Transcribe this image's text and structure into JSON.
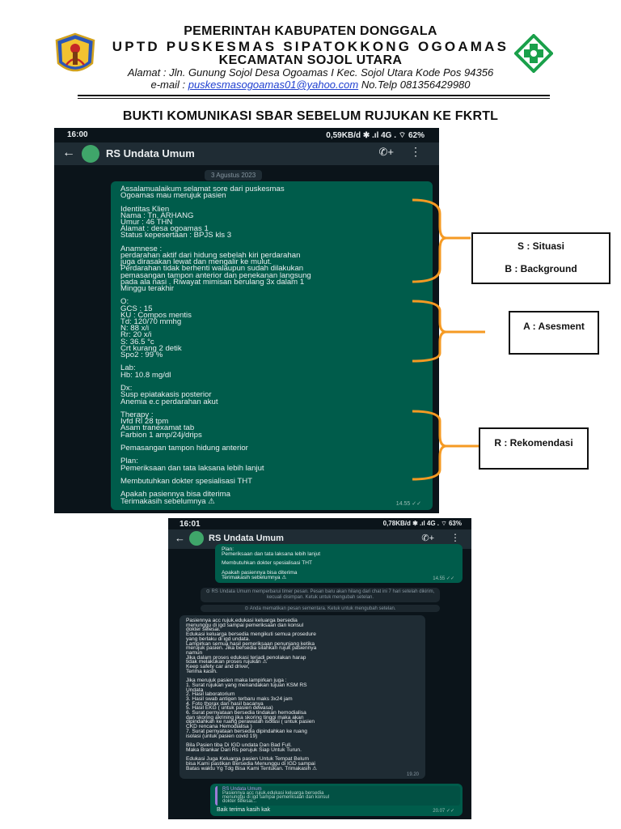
{
  "letterhead": {
    "line1": "PEMERINTAH KABUPATEN DONGGALA",
    "line2": "UPTD PUSKESMAS SIPATOKKONG OGOAMAS",
    "line3": "KECAMATAN SOJOL UTARA",
    "address": "Alamat : Jln. Gunung Sojol Desa Ogoamas I Kec. Sojol Utara Kode Pos 94356",
    "email_prefix": "e-mail : ",
    "email": "puskesmasogoamas01@yahoo.com",
    "phone": " No.Telp 081356429980"
  },
  "document_title": "BUKTI KOMUNIKASI SBAR SEBELUM RUJUKAN KE FKRTL",
  "colors": {
    "whatsapp_out": "#005c4b",
    "whatsapp_bg": "#0b141a",
    "bracket": "#f59a23",
    "logo_green": "#1aa04a"
  },
  "screenshot1": {
    "status_time": "16:00",
    "status_right": "0,59KB/d ✱ .ıl 4G . ⌔ 62%",
    "contact": "RS Undata Umum",
    "date_chip": "3 Agustus 2023",
    "message_lines": [
      "Assalamualaikum selamat sore dari puskesmas",
      "Ogoamas mau merujuk pasien",
      "",
      "Identitas Klien",
      "Nama : Tn. ARHANG",
      "Umur : 46 THN",
      "Alamat : desa ogoamas 1",
      "Status kepesertaan : BPJS kls 3",
      "",
      "Anamnese :",
      "perdarahan aktif dari hidung sebelah kiri perdarahan",
      "juga dirasakan lewat dan mengalir ke mulut.",
      "Perdarahan tidak berhenti walaupun sudah dilakukan",
      "pemasangan tampon anterior dan penekanan langsung",
      "pada ala nasi . Riwayat mimisan berulang 3x dalam 1",
      "Minggu terakhir",
      "",
      "O:",
      "GCS : 15",
      "KU : Compos mentis",
      "Td: 120/70 mmhg",
      "N: 88 x/i",
      "Rr: 20 x/i",
      "S: 36.5 °c",
      "Crt kurang 2 detik",
      "Spo2 : 99 %",
      "",
      "Lab:",
      "Hb: 10.8 mg/dl",
      "",
      "Dx:",
      "Susp epiatakasis posterior",
      "Anemia e.c perdarahan akut",
      "",
      "Therapy :",
      "Ivfd Rl 28 tpm",
      "Asam tranexamat tab",
      "Farbion 1 amp/24j/drips",
      "",
      "Pemasangan tampon hidung anterior",
      "",
      "Plan:",
      "Pemeriksaan dan tata laksana lebih lanjut",
      "",
      "Membutuhkan dokter spesialisasi THT",
      "",
      "Apakah pasiennya bisa diterima",
      "Terimakasih sebelumnya ⚠"
    ],
    "msg_time": "14.55 ✓✓"
  },
  "annotations": {
    "sb_line1": "S : Situasi",
    "sb_line2": "B : Background",
    "a": "A : Asesment",
    "r": "R : Rekomendasi"
  },
  "screenshot2": {
    "status_time": "16:01",
    "status_right": "0,78KB/d ✱ .ıl 4G . ⌔ 63%",
    "contact": "RS Undata Umum",
    "top_lines": [
      "Plan:",
      "Pemeriksaan dan tata laksana lebih lanjut",
      "",
      "Membutuhkan dokter spesialisasi THT",
      "",
      "Apakah pasiennya bisa diterima",
      "Terimakasih sebelumnya ⚠"
    ],
    "top_time": "14.55 ✓✓",
    "sys1": "⊙ RS Undata Umum memperbarui timer pesan. Pesan baru akan hilang dari chat ini 7 hari setelah dikirim, kecuali disimpan. Ketuk untuk mengubah setelan.",
    "sys2": "⊙ Anda mematikan pesan sementara. Ketuk untuk mengubah setelan.",
    "reply_lines": [
      "Pasiennya acc rujuk,edukasi keluarga bersedia",
      "menunggu di igd sampai pemeriksaan dan konsul",
      "dokter selesai.",
      "Edukasi keluarga bersedia mengikuti semua prosedure",
      "yang berlaku di igd undata.",
      "Lampirkan semua hasil pemeriksaan penunjang ketika",
      "merujuk pasien. Jika bersedia silahkan rujuk pasiennya",
      "namun",
      "Jika dalam proses edukasi terjadi penolakan harap",
      "tidak melakukan proses rujukan ⚠",
      "Keep safety car and driver,",
      "Terima kasih.",
      "",
      "Jika merujuk pasien maka lampirkan juga :",
      "1. Surat rujukan yang menandakan tujuan KSM RS",
      "Undata",
      "2. Hasil laboratorium",
      "3. Hasil swab antigen terbaru maks 3x24 jam",
      "4. Foto thorax dan hasil bacanya",
      "5. Hasil EKG ( untuk pasien dewasa)",
      "6. Surat pernyataan bersedia tindakan hemodialisa",
      "dan skoring akrining jika skoring tinggi maka akan",
      "dipindahkan ke ruang perawatan isolasi ( untuk pasien",
      "CKD rencana Hemodialisa )",
      "7. Surat pernyataan bersedia dipindahkan ke ruang",
      "isolasi (untuk pasien covid 19)",
      "",
      "Bila Pasien tiba Di IGD undata Dan Bad Full.",
      "Maka Brankar Dari Rs perujuk Siap Untuk Turun.",
      "",
      "Edukasi Juga Keluarga pasien Untuk Tempat Belum",
      "bisa Kami pastikan Bersedia Menunggu di IGD sampai",
      "Batas waktu Yg Tdg Bisa Kami Tentukan. Trimakasih ⚠"
    ],
    "reply_time": "19.20",
    "quote_name": "RS Undata Umum",
    "quote_lines": [
      "Pasiennya acc rujuk,edukasi keluarga bersedia",
      "menunggu di igd sampai pemeriksaan dan konsul",
      "dokter selesai..."
    ],
    "last_msg": "Baik terima kasih kak",
    "last_time": "20.07 ✓✓"
  }
}
